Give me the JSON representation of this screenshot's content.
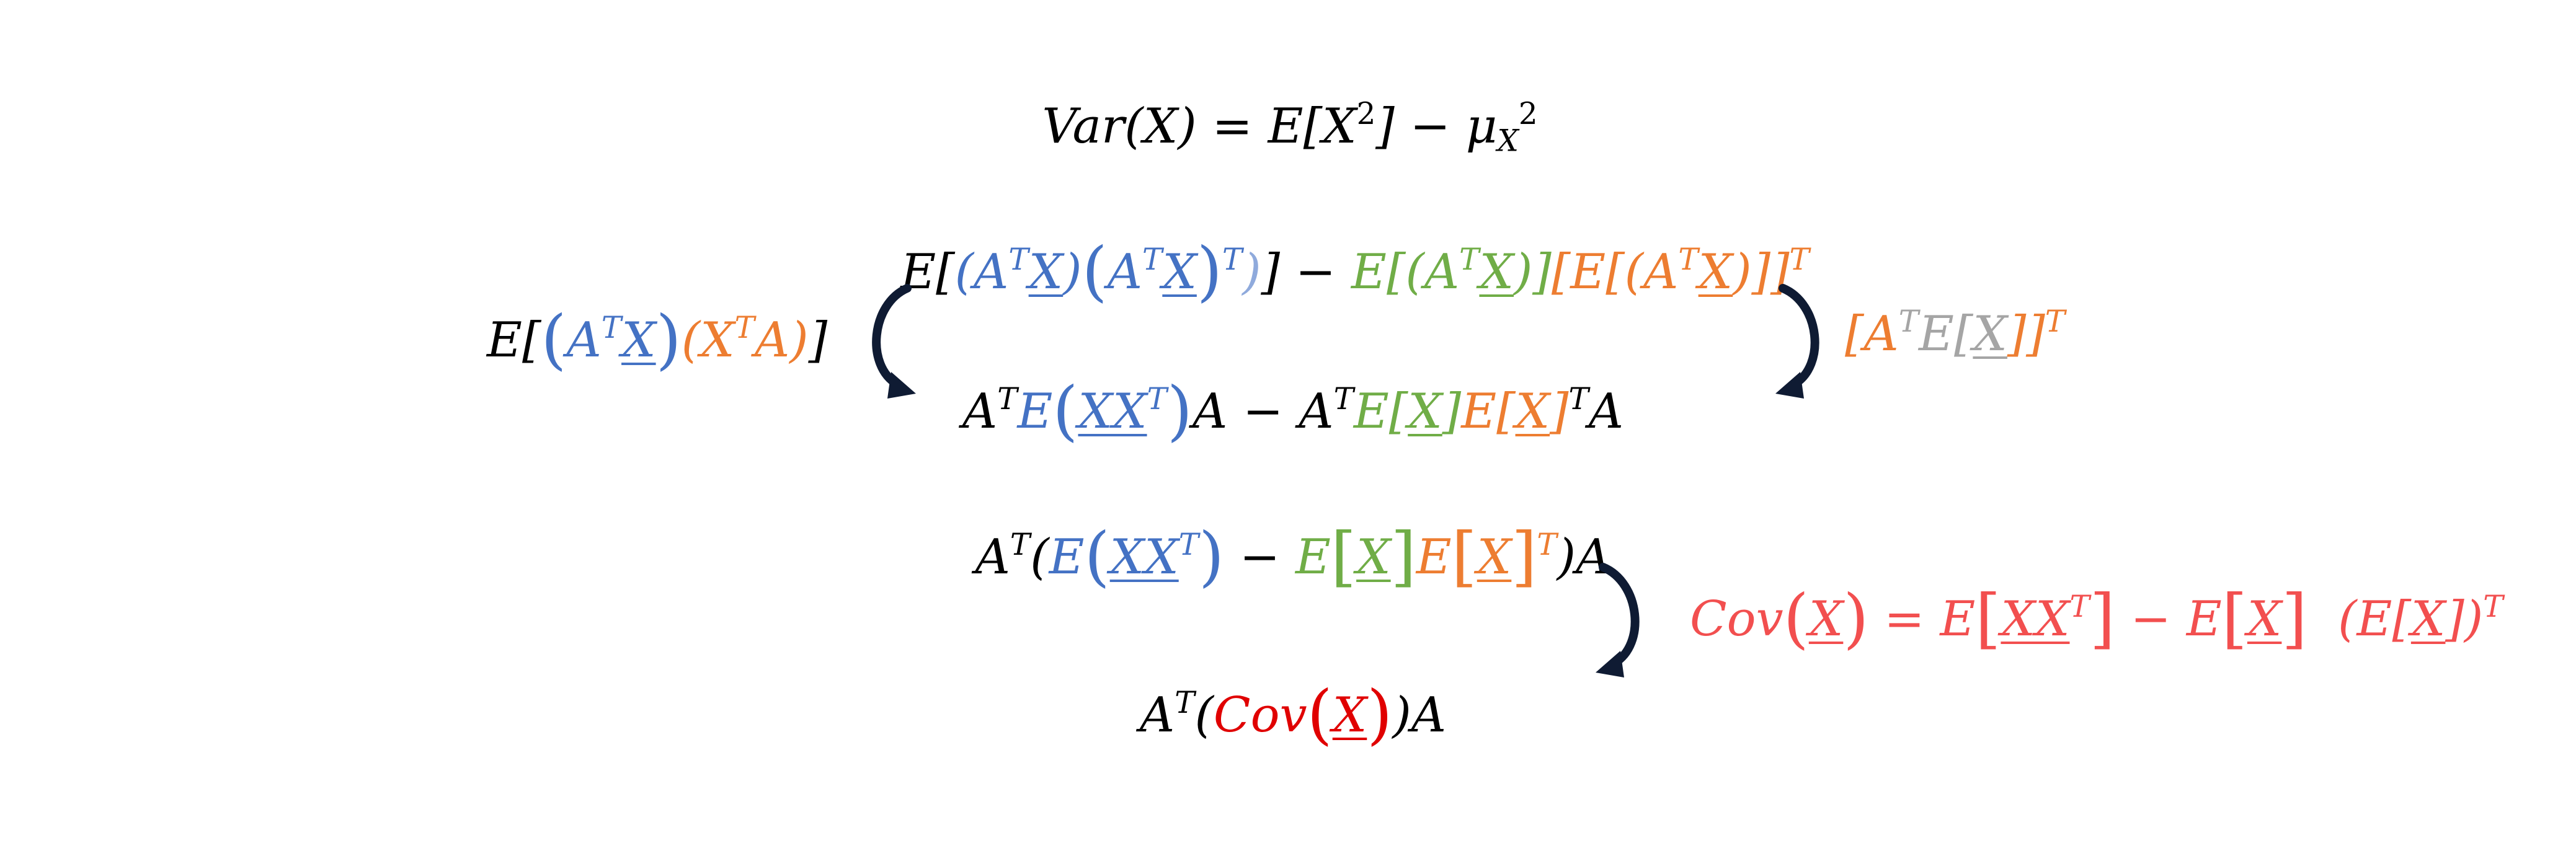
{
  "line_var": {
    "lhs": "Var(X)",
    "eq": "=",
    "e": "E[X",
    "sq": "2",
    "close": "]",
    "minus": "−",
    "mu": "μ",
    "mu_sub": "X",
    "mu_sq": "2"
  },
  "lhs_expansion": {
    "e_open": "E[",
    "lp": "(",
    "a": "A",
    "t": "T",
    "x": "X",
    "rp": ")",
    "lp2": "(",
    "x2": "X",
    "t2": "T",
    "a2": "A",
    "rp2": ")",
    "close": "]"
  },
  "line_second_moment": {
    "open": "E[",
    "blue_open": "(",
    "a1": "A",
    "t1": "T",
    "x1": "X",
    "blue_close": ")",
    "big_open": "(",
    "a2": "A",
    "t2": "T",
    "x2": "X",
    "big_close": ")",
    "t_outer": "T",
    "small_close": ")",
    "bracket_close": "]",
    "minus": "−",
    "green_open": "E[(A",
    "green_t": "T",
    "green_x": "X",
    "green_close": ")]",
    "orange_open": "[E[(A",
    "orange_t": "T",
    "orange_x": "X",
    "orange_close": ")]]",
    "orange_sup": "T"
  },
  "rhs_transpose": {
    "open": "[A",
    "t": "T",
    "e": "E[",
    "x": "X",
    "close": "]]",
    "sup": "T"
  },
  "line_expanded": {
    "a": "A",
    "t": "T",
    "e": "E",
    "lp": "(",
    "xx": "XX",
    "xt": "T",
    "rp": ")",
    "a_r": "A",
    "minus": "−",
    "a2": "A",
    "t2": "T",
    "g_open": "E[",
    "g_x": "X",
    "g_close": "]",
    "o_open": "E[",
    "o_x": "X",
    "o_close": "]",
    "o_sup": "T",
    "a_end": "A"
  },
  "line_factored": {
    "a": "A",
    "t": "T",
    "paren": "(",
    "e": "E",
    "lp": "(",
    "xx": "XX",
    "xt": "T",
    "rp": ")",
    "minus": "−",
    "g_e": "E",
    "g_open": "[",
    "g_x": "X",
    "g_close": "]",
    "o_e": "E",
    "o_open": "[",
    "o_x": "X",
    "o_close": "]",
    "o_sup": "T",
    "close": ")A"
  },
  "cov_definition": {
    "cov": "Cov",
    "lp": "(",
    "x": "X",
    "rp": ")",
    "eq": "=",
    "e": "E",
    "b_open": "[",
    "xx": "XX",
    "xt": "T",
    "b_close": "]",
    "minus": "−",
    "e2": "E",
    "b2_open": "[",
    "x2": "X",
    "b2_close": "]",
    "tail_open": "(E[",
    "tail_x": "X",
    "tail_close": "])",
    "tail_sup": "T"
  },
  "line_result": {
    "a": "A",
    "t": "T",
    "paren": "(",
    "cov": "Cov",
    "lp": "(",
    "x": "X",
    "rp": ")",
    "close": ")A"
  },
  "colors": {
    "blue": "#4472c4",
    "orange": "#ed7d31",
    "green": "#70ad47",
    "gray": "#a5a5a5",
    "red": "#e00000",
    "salmon": "#f24f4f",
    "arrow": "#0f1b33"
  }
}
